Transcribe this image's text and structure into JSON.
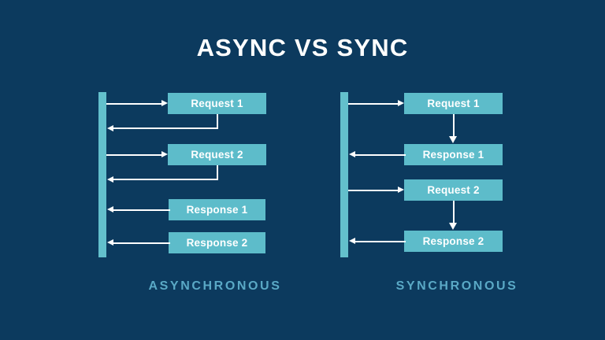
{
  "title": "ASYNC VS SYNC",
  "colors": {
    "background": "#0c3a5e",
    "box_fill": "#5dbcca",
    "lifeline": "#63c0cc",
    "line": "#ffffff",
    "title_text": "#ffffff",
    "caption_text": "#5aa9c6"
  },
  "async_panel": {
    "caption": "ASYNCHRONOUS",
    "boxes": [
      {
        "label": "Request 1"
      },
      {
        "label": "Request 2"
      },
      {
        "label": "Response 1"
      },
      {
        "label": "Response 2"
      }
    ]
  },
  "sync_panel": {
    "caption": "SYNCHRONOUS",
    "boxes": [
      {
        "label": "Request 1"
      },
      {
        "label": "Response 1"
      },
      {
        "label": "Request 2"
      },
      {
        "label": "Response 2"
      }
    ]
  }
}
